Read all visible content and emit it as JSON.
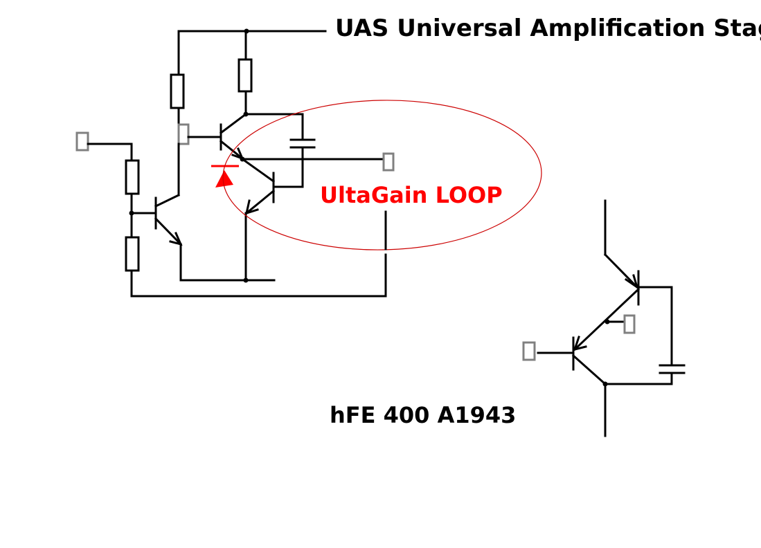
{
  "title": "UAS Universal Amplification Stage",
  "loop_label": "UltaGain LOOP",
  "part_label": "hFE 400 A1943",
  "colors": {
    "wire": "#000000",
    "terminal": "#808080",
    "highlight": "#ff0000",
    "loop_ellipse": "#cc0000"
  }
}
